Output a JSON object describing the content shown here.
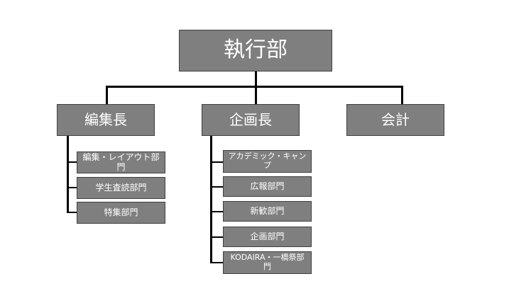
{
  "org": {
    "top": {
      "label": "執行部"
    },
    "managers": [
      {
        "label": "編集長",
        "departments": [
          {
            "label": "編集・レイアウト部門"
          },
          {
            "label": "学生査読部門"
          },
          {
            "label": "特集部門"
          }
        ]
      },
      {
        "label": "企画長",
        "departments": [
          {
            "label": "アカデミック・キャンプ"
          },
          {
            "label": "広報部門"
          },
          {
            "label": "新歓部門"
          },
          {
            "label": "企画部門"
          },
          {
            "label": "KODAIRA・一橋祭部門"
          }
        ]
      },
      {
        "label": "会計",
        "departments": []
      }
    ]
  },
  "colors": {
    "box_fill": "#7f7f7f",
    "box_border": "#404040",
    "text": "#ffffff",
    "connector": "#000000"
  }
}
